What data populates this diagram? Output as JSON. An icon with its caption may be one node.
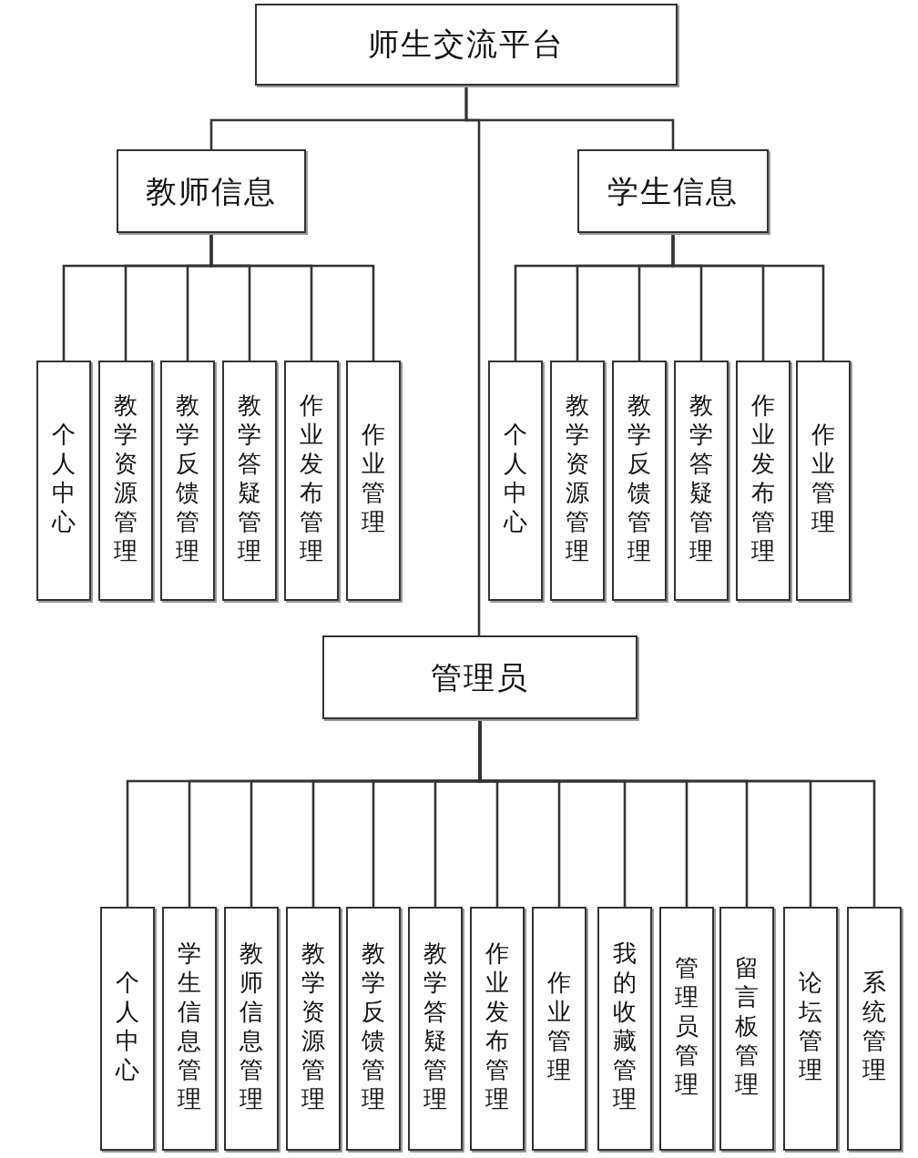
{
  "diagram": {
    "nodes": [
      {
        "text": [
          "师生交流平台"
        ]
      },
      {
        "text": [
          "教师信息"
        ]
      },
      {
        "text": [
          "个人中心"
        ]
      },
      {
        "text": [
          "教学资源管理"
        ]
      },
      {
        "text": [
          "教学反馈管理"
        ]
      },
      {
        "text": [
          "教学答疑管理"
        ]
      },
      {
        "text": [
          "作业发布管理"
        ]
      },
      {
        "text": [
          "作业管理"
        ]
      },
      {
        "text": [
          "学生信息"
        ]
      },
      {
        "text": [
          "个人中心"
        ]
      },
      {
        "text": [
          "教学资源管理"
        ]
      },
      {
        "text": [
          "教学反馈管理"
        ]
      },
      {
        "text": [
          "教学答疑管理"
        ]
      },
      {
        "text": [
          "作业发布管理"
        ]
      },
      {
        "text": [
          "作业管理"
        ]
      },
      {
        "text": [
          "管理员"
        ]
      },
      {
        "text": [
          "个人中心"
        ]
      },
      {
        "text": [
          "学生信息管理"
        ]
      },
      {
        "text": [
          "教师信息管理"
        ]
      },
      {
        "text": [
          "教学资源管理"
        ]
      },
      {
        "text": [
          "教学反馈管理"
        ]
      },
      {
        "text": [
          "教学答疑管理"
        ]
      },
      {
        "text": [
          "作业发布管理"
        ]
      },
      {
        "text": [
          "作业管理"
        ]
      },
      {
        "text": [
          "我的收藏管理"
        ]
      },
      {
        "text": [
          "管理员管理"
        ]
      },
      {
        "text": [
          "留言板管理"
        ]
      },
      {
        "text": [
          "论坛管理"
        ]
      },
      {
        "text": [
          "系统管理"
        ]
      }
    ],
    "edges": [
      {
        "from": 0,
        "to": 1,
        "arrow": "none"
      },
      {
        "from": 0,
        "to": 8,
        "arrow": "none"
      },
      {
        "from": 0,
        "to": 15,
        "arrow": "none"
      },
      {
        "from": 1,
        "to": 2,
        "arrow": "none"
      },
      {
        "from": 1,
        "to": 3,
        "arrow": "none"
      },
      {
        "from": 1,
        "to": 4,
        "arrow": "none"
      },
      {
        "from": 1,
        "to": 5,
        "arrow": "none"
      },
      {
        "from": 1,
        "to": 6,
        "arrow": "none"
      },
      {
        "from": 1,
        "to": 7,
        "arrow": "none"
      },
      {
        "from": 8,
        "to": 9,
        "arrow": "none"
      },
      {
        "from": 8,
        "to": 10,
        "arrow": "none"
      },
      {
        "from": 8,
        "to": 11,
        "arrow": "none"
      },
      {
        "from": 8,
        "to": 12,
        "arrow": "none"
      },
      {
        "from": 8,
        "to": 13,
        "arrow": "none"
      },
      {
        "from": 8,
        "to": 14,
        "arrow": "none"
      },
      {
        "from": 15,
        "to": 16,
        "arrow": "none"
      },
      {
        "from": 15,
        "to": 17,
        "arrow": "none"
      },
      {
        "from": 15,
        "to": 18,
        "arrow": "none"
      },
      {
        "from": 15,
        "to": 19,
        "arrow": "none"
      },
      {
        "from": 15,
        "to": 20,
        "arrow": "none"
      },
      {
        "from": 15,
        "to": 21,
        "arrow": "none"
      },
      {
        "from": 15,
        "to": 22,
        "arrow": "none"
      },
      {
        "from": 15,
        "to": 23,
        "arrow": "none"
      },
      {
        "from": 15,
        "to": 24,
        "arrow": "none"
      },
      {
        "from": 15,
        "to": 25,
        "arrow": "none"
      },
      {
        "from": 15,
        "to": 26,
        "arrow": "none"
      },
      {
        "from": 15,
        "to": 27,
        "arrow": "none"
      },
      {
        "from": 15,
        "to": 28,
        "arrow": "none"
      }
    ]
  }
}
